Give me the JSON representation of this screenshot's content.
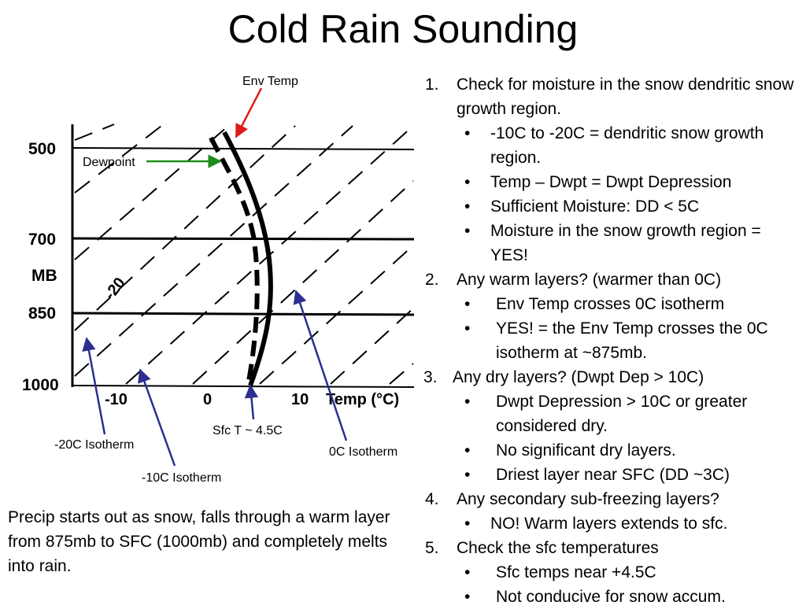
{
  "slide": {
    "title": "Cold Rain Sounding"
  },
  "diagram": {
    "pressure_levels": [
      "500",
      "700",
      "MB",
      "850",
      "1000"
    ],
    "temp_ticks": [
      "-10",
      "0",
      "10"
    ],
    "temp_axis_label": "Temp (°C)",
    "isotherm_label_on_chart": "-20",
    "annotations": {
      "env_temp": "Env Temp",
      "dewpoint": "Dewpoint",
      "sfc_t": "Sfc T ~ 4.5C",
      "iso_minus20": "-20C Isotherm",
      "iso_minus10": "-10C Isotherm",
      "iso_zero": "0C Isotherm"
    },
    "colors": {
      "env_temp_arrow": "#e01a1a",
      "dewpoint_arrow": "#1a8c1a",
      "isotherm_arrows": "#2b2f8f"
    }
  },
  "summary": "Precip starts out as snow, falls through a warm layer from 875mb to SFC (1000mb) and completely melts into rain.",
  "steps": [
    {
      "num": "1.",
      "text": "Check for moisture in the snow dendritic snow growth region.",
      "bullets": [
        "-10C to -20C = dendritic snow growth region.",
        "Temp – Dwpt = Dwpt Depression",
        "Sufficient Moisture: DD < 5C",
        "Moisture in the snow growth region = YES!"
      ]
    },
    {
      "num": "2.",
      "text": "Any warm layers? (warmer than 0C)",
      "bullets": [
        "Env Temp crosses 0C isotherm",
        "YES! = the Env Temp crosses the 0C isotherm at ~875mb."
      ]
    },
    {
      "num": "3.",
      "text": "Any dry layers? (Dwpt Dep > 10C)",
      "bullets": [
        "Dwpt Depression > 10C or greater considered dry.",
        "No significant dry layers.",
        "Driest layer near SFC (DD ~3C)"
      ]
    },
    {
      "num": "4.",
      "text": "Any secondary sub-freezing layers?",
      "bullets": [
        "NO!  Warm layers extends to sfc."
      ]
    },
    {
      "num": "5.",
      "text": "Check the sfc temperatures",
      "bullets": [
        "Sfc temps near +4.5C",
        "Not conducive for snow accum."
      ]
    }
  ],
  "bullet_char": "•"
}
